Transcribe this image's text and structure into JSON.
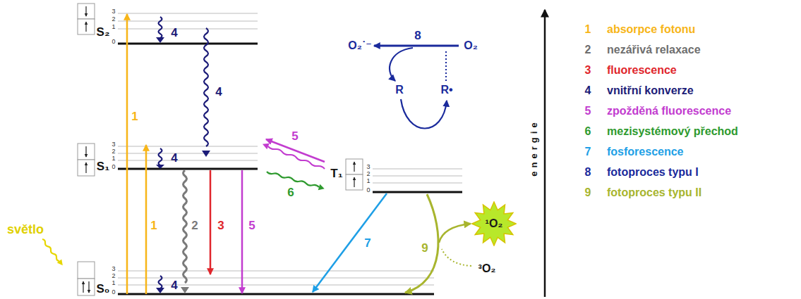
{
  "diagram": {
    "nodes": [
      {
        "text": [
          "¹O₂"
        ]
      }
    ],
    "labels": [
      "S₂",
      "3",
      "2",
      "1",
      "0",
      "S₁",
      "3",
      "2",
      "1",
      "0",
      "S₀",
      "3",
      "2",
      "1",
      "0",
      "T₁",
      "3",
      "2",
      "1",
      "0",
      "1",
      "1",
      "4",
      "4",
      "4",
      "4",
      "2",
      "3",
      "5",
      "5",
      "6",
      "7",
      "8",
      "9",
      "světlo",
      "O₂˙⁻",
      "O₂",
      "R",
      "R•",
      "³O₂",
      "energie",
      "1",
      "2",
      "3",
      "4",
      "5",
      "6",
      "7",
      "8",
      "9"
    ],
    "legend": [
      {
        "text": "absorpce fotonu",
        "color": "#f7b518"
      },
      {
        "text": "nezářivá relaxace",
        "color": "#6e6e6e"
      },
      {
        "text": "fluorescence",
        "color": "#e0262c"
      },
      {
        "text": "vnitřní konverze",
        "color": "#1c1c78"
      },
      {
        "text": "zpožděná fluorescence",
        "color": "#c23ccf"
      },
      {
        "text": "mezisystémový přechod",
        "color": "#2e9a2e"
      },
      {
        "text": "fosforescence",
        "color": "#1e9fe6"
      },
      {
        "text": "fotoproces typu I",
        "color": "#1a2a9c"
      },
      {
        "text": "fotoproces typu II",
        "color": "#a8b52e"
      }
    ]
  }
}
